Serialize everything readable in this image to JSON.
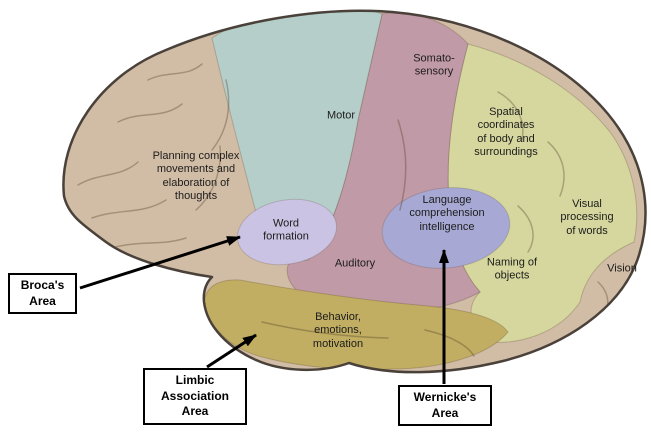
{
  "diagram": {
    "background": "#ffffff"
  },
  "colors": {
    "cortex_base": "#d1bda5",
    "motor": "#b6cec9",
    "somatosensory_auditory": "#c09aa6",
    "parietal_visual": "#d6d79e",
    "word_formation": "#cbc3e3",
    "language_comprehension": "#a7a9d4",
    "limbic_temporal": "#c1ae62",
    "outline": "#49413a",
    "arrow": "#000000",
    "label_text": "#1c1c1c"
  },
  "region_labels": {
    "planning": "Planning complex\nmovements and\nelaboration of\nthoughts",
    "motor": "Motor",
    "somatosensory": "Somato-\nsensory",
    "spatial": "Spatial\ncoordinates\nof body and\nsurroundings",
    "word_formation": "Word\nformation",
    "language": "Language\ncomprehension\nintelligence",
    "visual_processing": "Visual\nprocessing\nof words",
    "auditory": "Auditory",
    "naming": "Naming of\nobjects",
    "vision": "Vision",
    "behavior": "Behavior,\nemotions,\nmotivation"
  },
  "callouts": {
    "broca": "Broca's\nArea",
    "limbic": "Limbic\nAssociation\nArea",
    "wernicke": "Wernicke's\nArea"
  }
}
